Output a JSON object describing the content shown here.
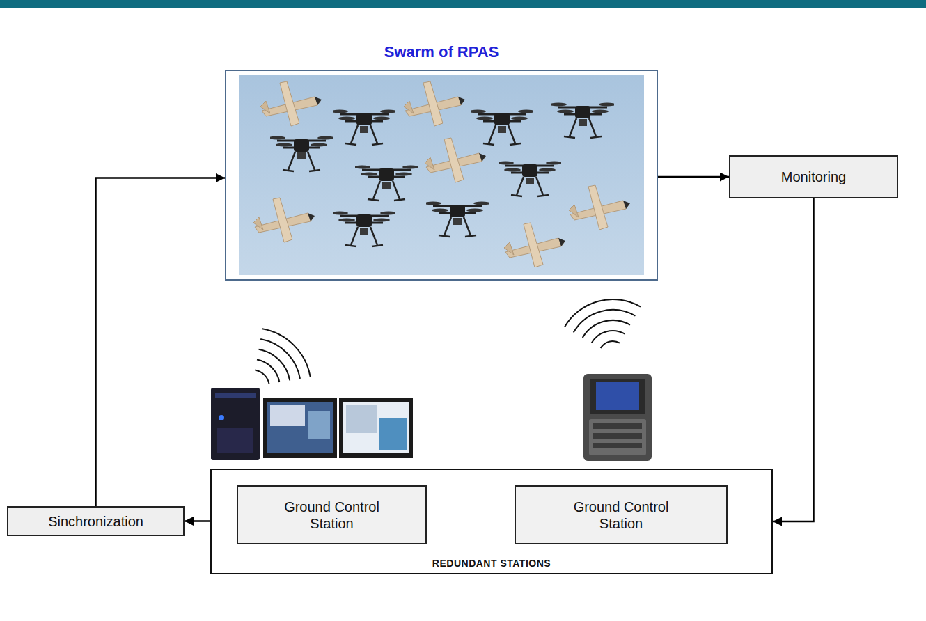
{
  "diagram": {
    "nodes": [
      {
        "text": [
          "Swarm of RPAS"
        ]
      },
      {
        "text": [
          "Monitoring"
        ]
      },
      {
        "text": [
          "REDUNDANT STATIONS"
        ]
      },
      {
        "text": [
          "Ground Control Station"
        ],
        "in": 2
      },
      {
        "text": [
          "Ground Control Station"
        ],
        "in": 2
      },
      {
        "text": [
          "Sinchronization"
        ]
      }
    ],
    "edges": [
      {
        "from": 0,
        "to": 1,
        "arrow": "to"
      },
      {
        "from": 1,
        "to": 2,
        "arrow": "to"
      },
      {
        "from": 2,
        "to": 5,
        "arrow": "to"
      },
      {
        "from": 5,
        "to": 0,
        "arrow": "to"
      }
    ]
  }
}
